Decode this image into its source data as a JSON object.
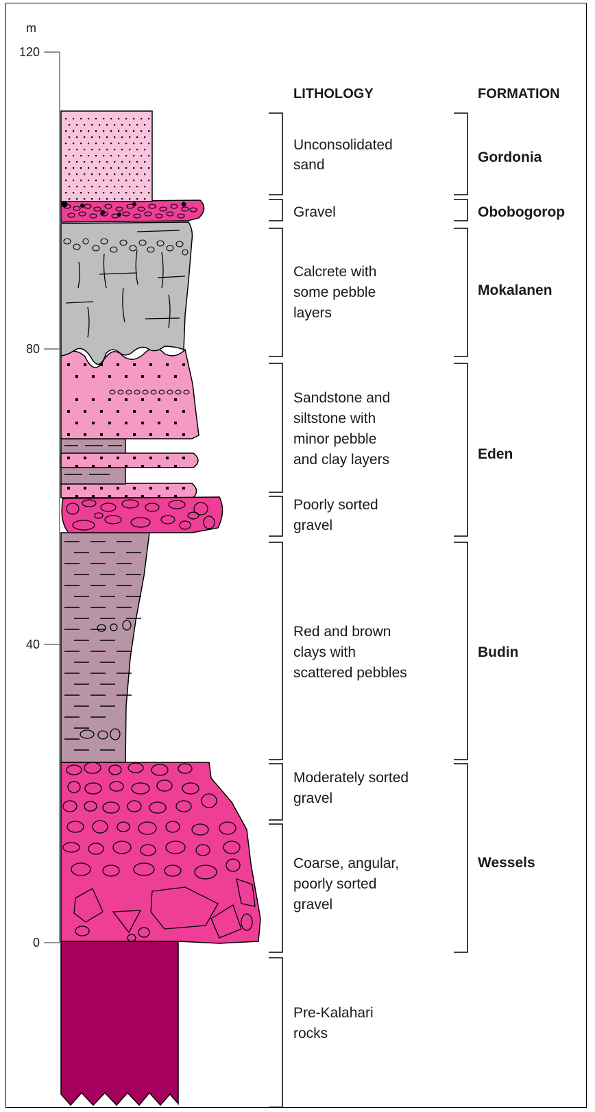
{
  "axis": {
    "unit": "m",
    "ticks": [
      {
        "value": 120,
        "label": "120"
      },
      {
        "value": 80,
        "label": "80"
      },
      {
        "value": 40,
        "label": "40"
      },
      {
        "value": 0,
        "label": "0"
      }
    ]
  },
  "headers": {
    "lithology": "LITHOLOGY",
    "formation": "FORMATION"
  },
  "lithology": [
    {
      "lines": [
        "Unconsolidated",
        "sand"
      ],
      "top_m": 108,
      "bottom_m": 97
    },
    {
      "lines": [
        "Gravel"
      ],
      "top_m": 97,
      "bottom_m": 94.5
    },
    {
      "lines": [
        "Calcrete with",
        "some pebble",
        "layers"
      ],
      "top_m": 94.5,
      "bottom_m": 79.5
    },
    {
      "lines": [
        "Sandstone and",
        "siltstone with",
        "minor pebble",
        "and clay layers"
      ],
      "top_m": 79.5,
      "bottom_m": 61.5
    },
    {
      "lines": [
        "Poorly sorted",
        "gravel"
      ],
      "top_m": 61.5,
      "bottom_m": 55.5
    },
    {
      "lines": [
        "Red and brown",
        "clays with",
        "scattered pebbles"
      ],
      "top_m": 55.5,
      "bottom_m": 25
    },
    {
      "lines": [
        "Moderately sorted",
        "gravel"
      ],
      "top_m": 25,
      "bottom_m": 17.5
    },
    {
      "lines": [
        "Coarse, angular,",
        "poorly sorted",
        "gravel"
      ],
      "top_m": 17.5,
      "bottom_m": -1.5
    },
    {
      "lines": [
        "Pre-Kalahari",
        "rocks"
      ],
      "top_m": -2,
      "bottom_m": -22
    }
  ],
  "formations": [
    {
      "name": "Gordonia",
      "top_m": 108,
      "bottom_m": 97
    },
    {
      "name": "Obobogorop",
      "top_m": 97,
      "bottom_m": 94.5
    },
    {
      "name": "Mokalanen",
      "top_m": 94.5,
      "bottom_m": 79.5
    },
    {
      "name": "Eden",
      "top_m": 79.5,
      "bottom_m": 55.5
    },
    {
      "name": "Budin",
      "top_m": 55.5,
      "bottom_m": 25
    },
    {
      "name": "Wessels",
      "top_m": 25,
      "bottom_m": -1.5
    }
  ],
  "colors": {
    "sand": "#f8c3dc",
    "sandstone": "#f49ac4",
    "gravel": "#ee3e96",
    "calcrete": "#bcbec0",
    "clay": "#b895a6",
    "basement": "#a6005e",
    "outline": "#000000"
  }
}
